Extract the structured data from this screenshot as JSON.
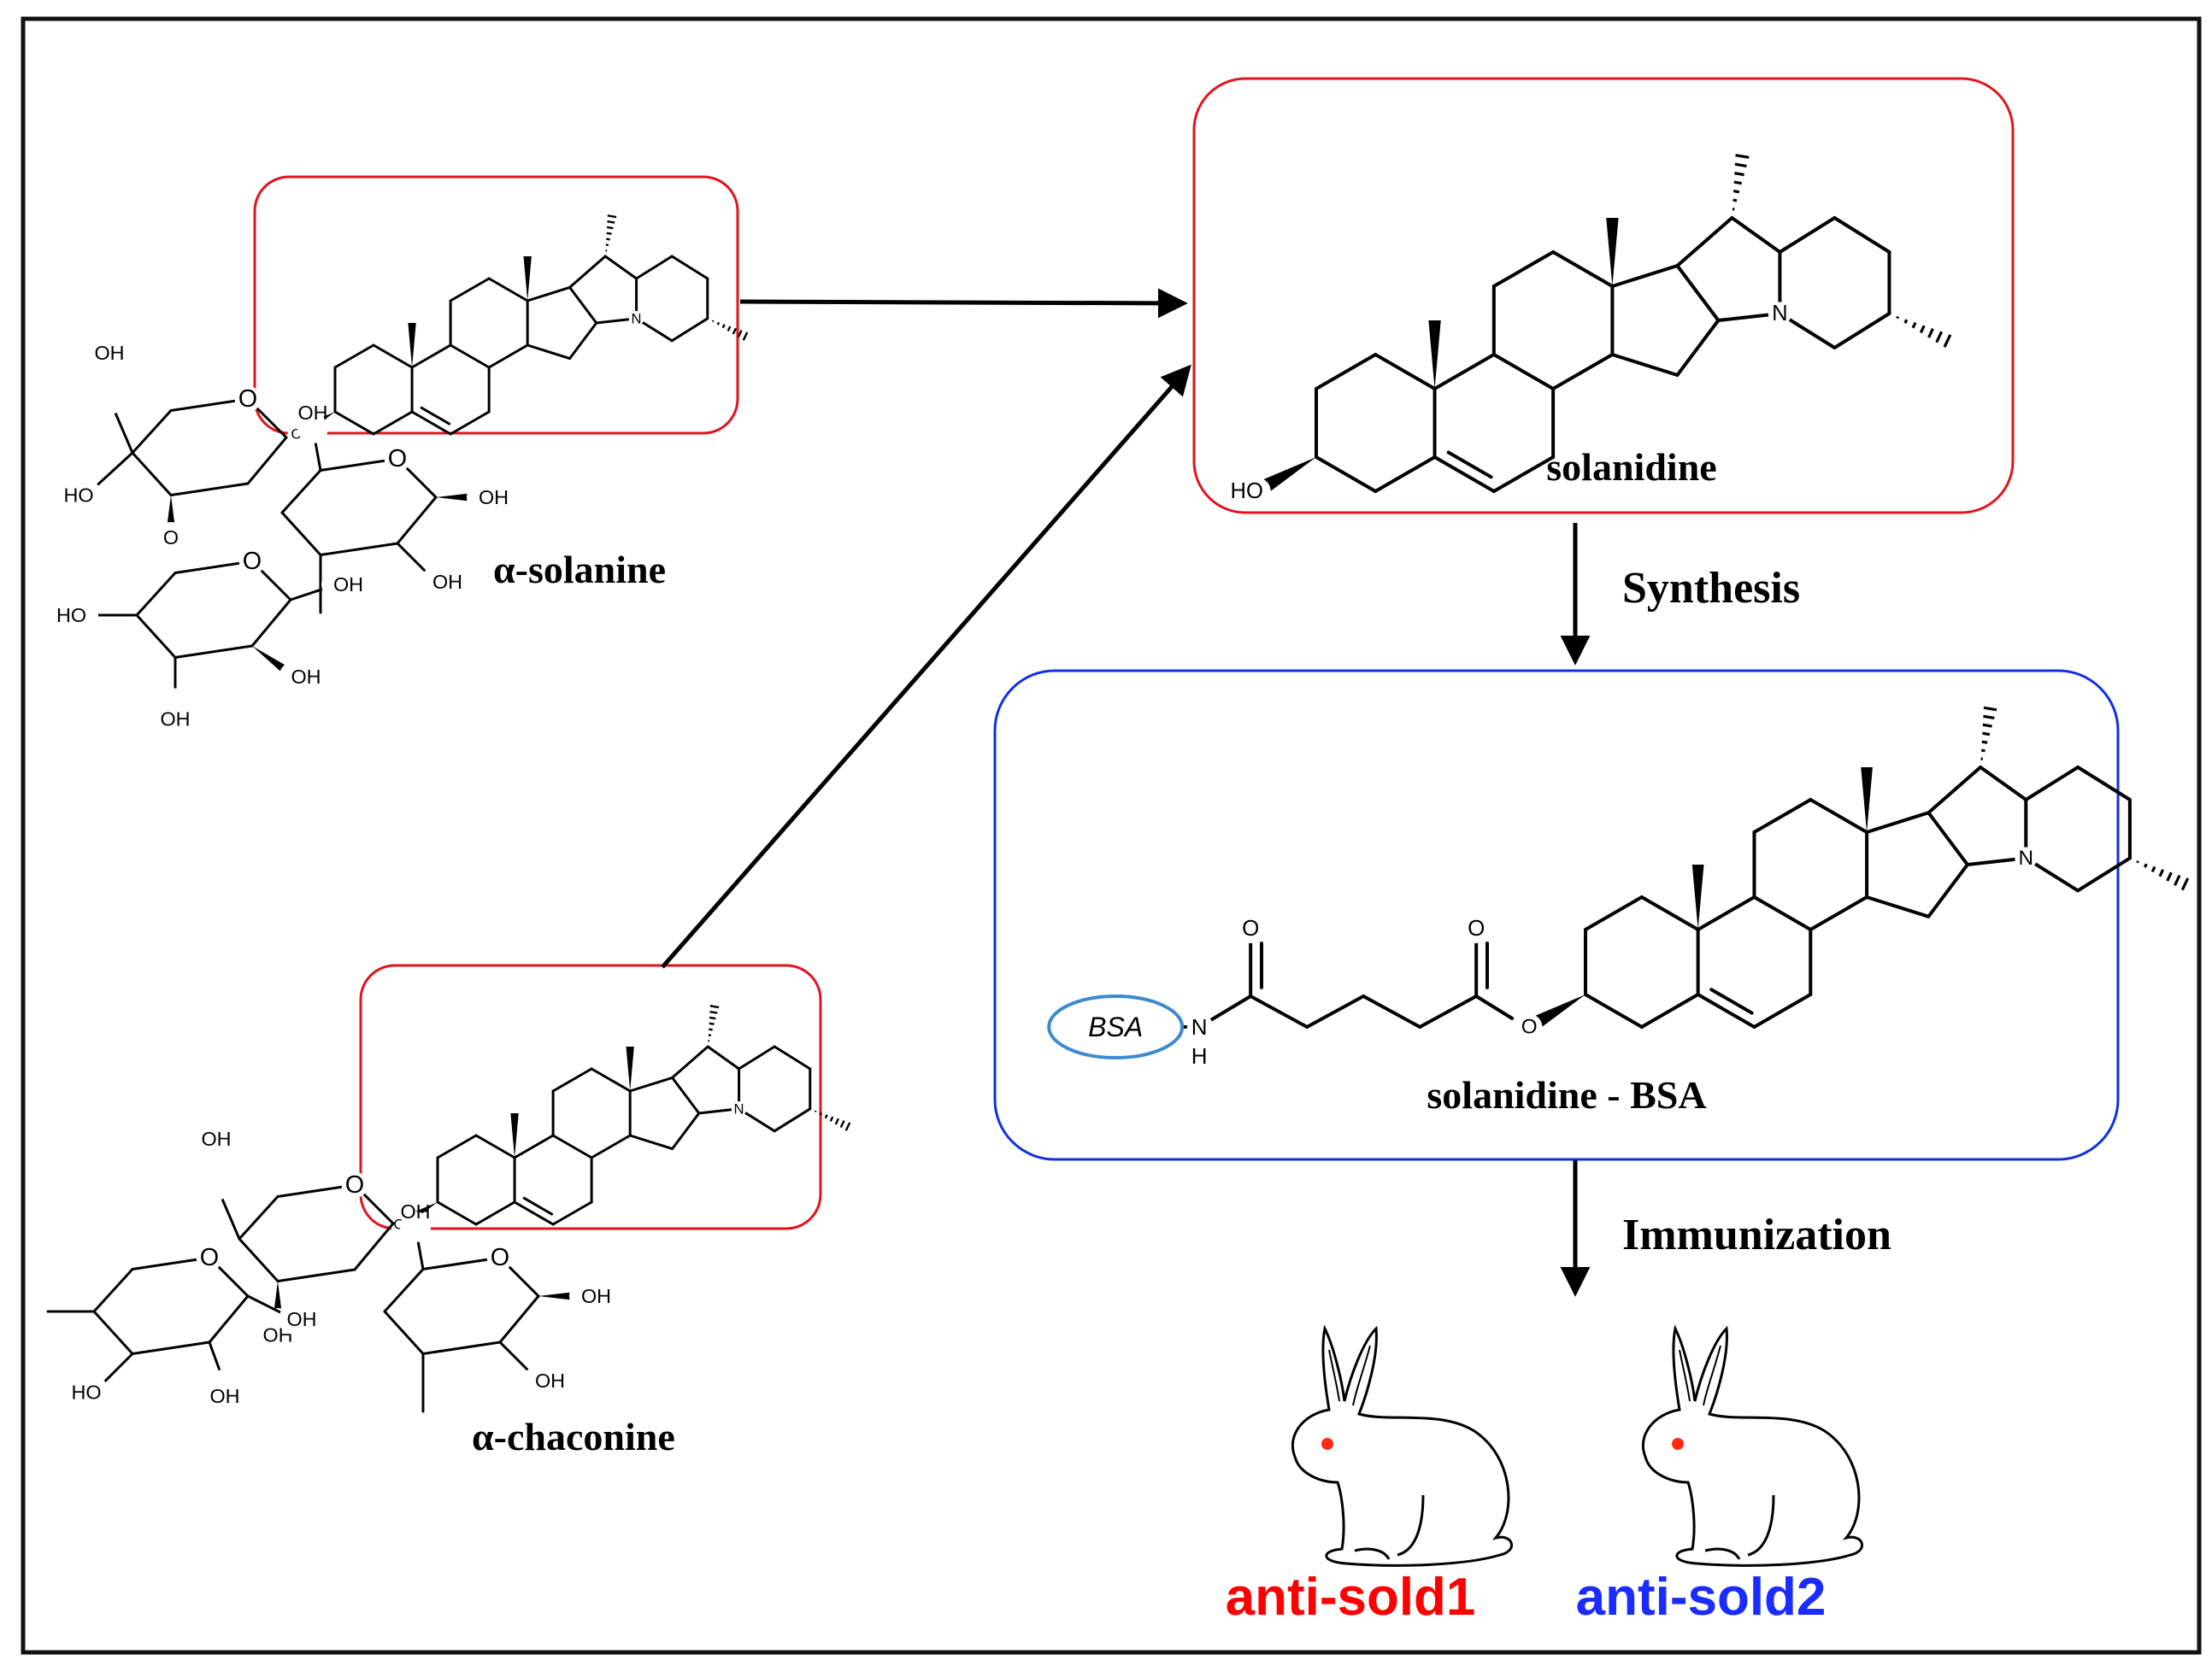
{
  "compounds": {
    "solanine": {
      "name": "α-solanine"
    },
    "chaconine": {
      "name": "α-chaconine"
    },
    "solanidine": {
      "name": "solanidine"
    },
    "conjugate": {
      "name": "solanidine - BSA"
    }
  },
  "steps": {
    "synthesis": "Synthesis",
    "immunization": "Immunization"
  },
  "antibodies": {
    "first": {
      "label": "anti-sold1",
      "color": "#ff0000"
    },
    "second": {
      "label": "anti-sold2",
      "color": "#1a2cff"
    }
  },
  "atom_labels": {
    "n": "N",
    "o": "O",
    "oh": "OH",
    "ho": "HO",
    "h": "H",
    "bsa": "BSA"
  },
  "colors": {
    "aglycone_box": "#e0141e",
    "conjugate_box": "#1030e0",
    "bsa_ellipse": "#3c8ad0",
    "rabbit_eye": "#ff2a10",
    "arrow": "#000000"
  }
}
